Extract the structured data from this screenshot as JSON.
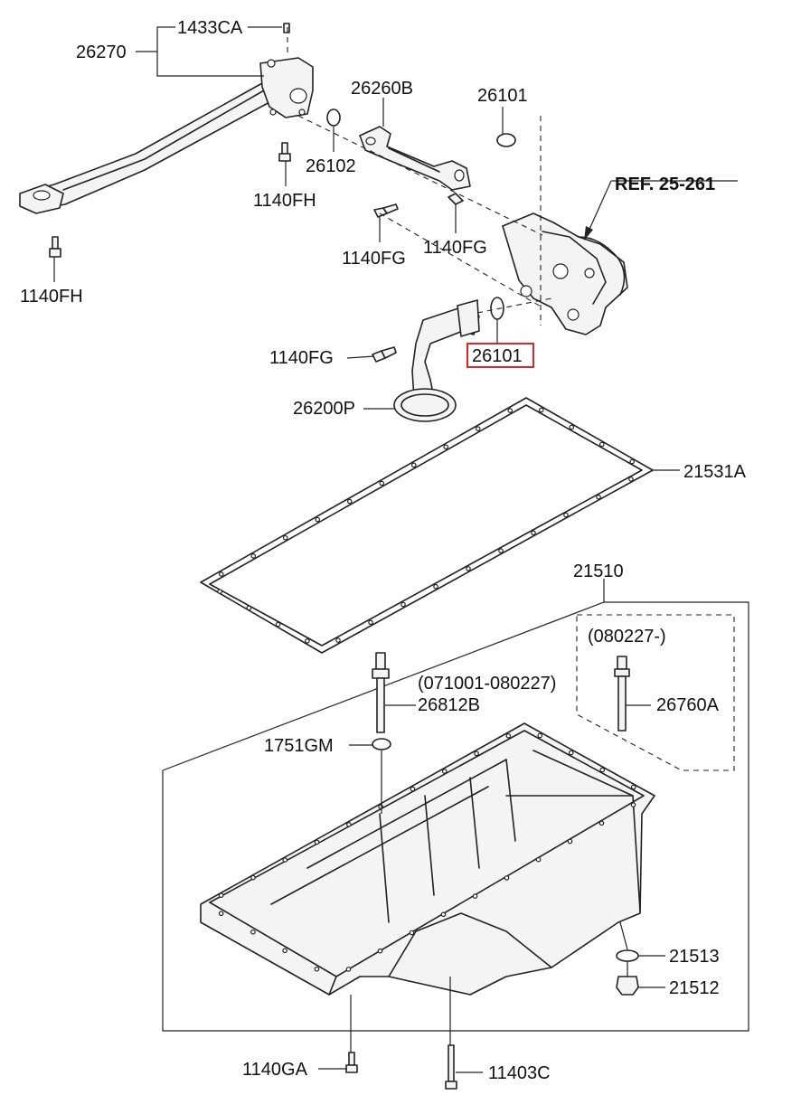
{
  "reference": "REF. 25-261",
  "labels": {
    "p1433CA": "1433CA",
    "p26270": "26270",
    "p26260B": "26260B",
    "p26101_top": "26101",
    "p26102": "26102",
    "p1140FH_a": "1140FH",
    "p1140FH_b": "1140FH",
    "p1140FG_a": "1140FG",
    "p1140FG_b": "1140FG",
    "p1140FG_c": "1140FG",
    "p26101_hl": "26101",
    "p26200P": "26200P",
    "p21531A": "21531A",
    "p21510": "21510",
    "p080227": "(080227-)",
    "p26760A": "26760A",
    "p071001": "(071001-080227)",
    "p26812B": "26812B",
    "p1751GM": "1751GM",
    "p21513": "21513",
    "p21512": "21512",
    "p1140GA": "1140GA",
    "p11403C": "11403C"
  },
  "highlight_color": "#d8262b"
}
